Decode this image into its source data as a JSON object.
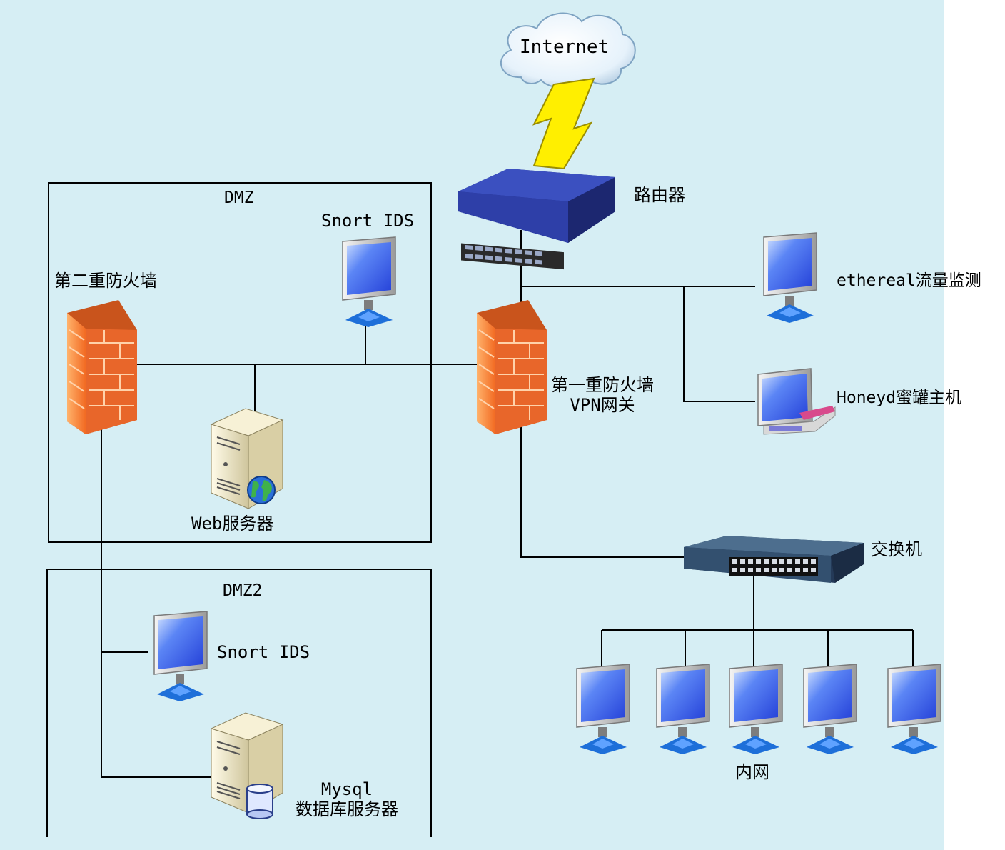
{
  "labels": {
    "internet": "Internet",
    "router": "路由器",
    "dmz": "DMZ",
    "dmz2": "DMZ2",
    "snort_ids_dmz": "Snort IDS",
    "snort_ids_dmz2": "Snort IDS",
    "second_firewall": "第二重防火墙",
    "first_firewall_line1": "第一重防火墙",
    "first_firewall_line2": "VPN网关",
    "web_server": "Web服务器",
    "mysql_line1": "Mysql",
    "mysql_line2": "数据库服务器",
    "ethereal": "ethereal流量监测",
    "honeyd": "Honeyd蜜罐主机",
    "switch": "交换机",
    "intranet": "内网"
  },
  "colors": {
    "background": "#d6eef4",
    "line": "#000000",
    "firewall": "#f5793a",
    "monitor_screen": "#3a63ef",
    "router": "#2e3fa8",
    "switch": "#2f4f6f",
    "bolt": "#ffef00",
    "server": "#e9e0bf"
  },
  "icons": [
    "cloud-icon",
    "lightning-bolt-icon",
    "router-icon",
    "firewall-icon",
    "monitor-icon",
    "server-icon",
    "globe-icon",
    "database-icon",
    "switch-icon",
    "honeypot-computer-icon"
  ]
}
